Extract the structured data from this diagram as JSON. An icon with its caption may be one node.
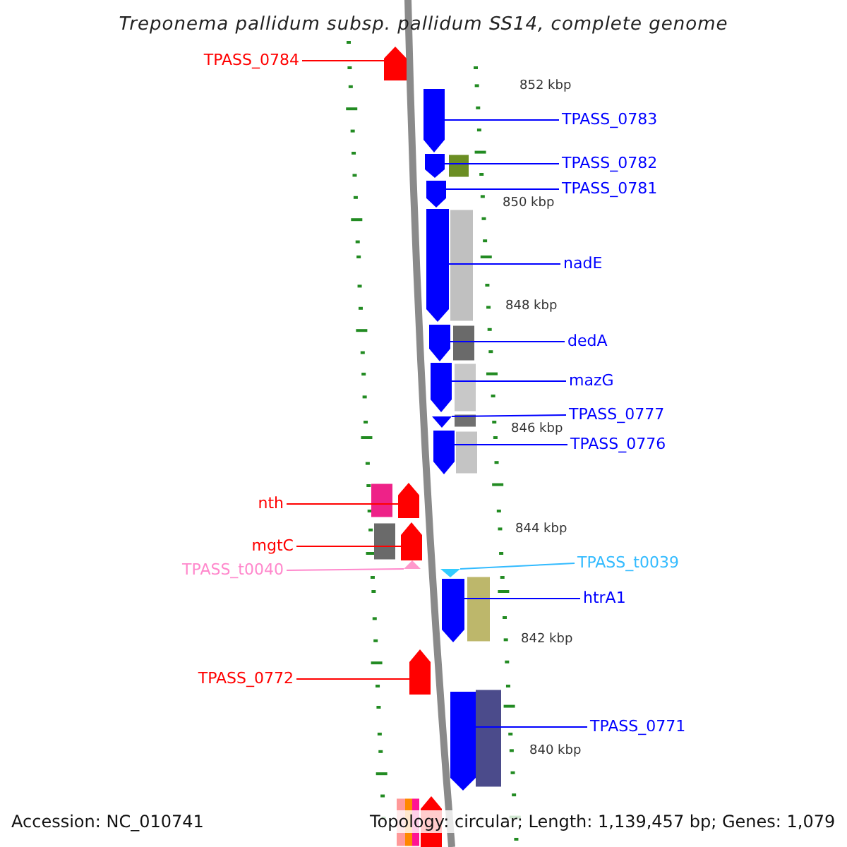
{
  "diagram": {
    "title": "Treponema pallidum subsp. pallidum SS14, complete genome",
    "nodes": [
      {
        "text": [
          "TPASS_0784"
        ]
      },
      {
        "text": [],
        "shape": "pentagon"
      },
      {
        "text": [
          "TPASS_0783"
        ]
      },
      {
        "text": [],
        "shape": "pentagon"
      },
      {
        "text": [
          "TPASS_0782"
        ]
      },
      {
        "text": [],
        "shape": "pentagon"
      },
      {
        "text": [
          "TPASS_0781"
        ]
      },
      {
        "text": [],
        "shape": "pentagon"
      },
      {
        "text": [
          "nadE"
        ]
      },
      {
        "text": [],
        "shape": "pentagon"
      },
      {
        "text": [
          "dedA"
        ]
      },
      {
        "text": [],
        "shape": "pentagon"
      },
      {
        "text": [
          "mazG"
        ]
      },
      {
        "text": [],
        "shape": "pentagon"
      },
      {
        "text": [
          "TPASS_0777"
        ]
      },
      {
        "text": [],
        "shape": "pentagon"
      },
      {
        "text": [
          "TPASS_0776"
        ]
      },
      {
        "text": [],
        "shape": "pentagon"
      },
      {
        "text": [
          "nth"
        ]
      },
      {
        "text": [],
        "shape": "pentagon"
      },
      {
        "text": [
          "mgtC"
        ]
      },
      {
        "text": [],
        "shape": "pentagon"
      },
      {
        "text": [
          "TPASS_t0040"
        ]
      },
      {
        "text": [],
        "shape": "pentagon"
      },
      {
        "text": [
          "TPASS_t0039"
        ]
      },
      {
        "text": [],
        "shape": "pentagon"
      },
      {
        "text": [
          "htrA1"
        ]
      },
      {
        "text": [],
        "shape": "pentagon"
      },
      {
        "text": [
          "TPASS_0772"
        ]
      },
      {
        "text": [],
        "shape": "pentagon"
      },
      {
        "text": [
          "TPASS_0771"
        ]
      },
      {
        "text": [],
        "shape": "pentagon"
      },
      {
        "text": [],
        "shape": "pentagon"
      }
    ],
    "edges": [
      {
        "from": 0,
        "to": 1,
        "arrow": "none",
        "color": "#ff0000"
      },
      {
        "from": 2,
        "to": 3,
        "arrow": "none"
      },
      {
        "from": 4,
        "to": 5,
        "arrow": "none"
      },
      {
        "from": 6,
        "to": 7,
        "arrow": "none"
      },
      {
        "from": 8,
        "to": 9,
        "arrow": "none"
      },
      {
        "from": 10,
        "to": 11,
        "arrow": "none"
      },
      {
        "from": 12,
        "to": 13,
        "arrow": "none"
      },
      {
        "from": 14,
        "to": 15,
        "arrow": "none"
      },
      {
        "from": 16,
        "to": 17,
        "arrow": "none"
      },
      {
        "from": 18,
        "to": 19,
        "arrow": "none",
        "color": "#ff0000"
      },
      {
        "from": 20,
        "to": 21,
        "arrow": "none",
        "color": "#ff0000"
      },
      {
        "from": 22,
        "to": 23,
        "arrow": "none",
        "color": "#ff88cc"
      },
      {
        "from": 24,
        "to": 25,
        "arrow": "none",
        "color": "#33bbff"
      },
      {
        "from": 26,
        "to": 27,
        "arrow": "none"
      },
      {
        "from": 28,
        "to": 29,
        "arrow": "none",
        "color": "#ff0000"
      },
      {
        "from": 30,
        "to": 31,
        "arrow": "none"
      }
    ],
    "labels": [
      "852 kbp",
      "850 kbp",
      "848 kbp",
      "846 kbp",
      "844 kbp",
      "842 kbp",
      "840 kbp",
      "Accession: NC_010741",
      "Topology: circular; Length: 1,139,457 bp; Genes: 1,079"
    ]
  }
}
